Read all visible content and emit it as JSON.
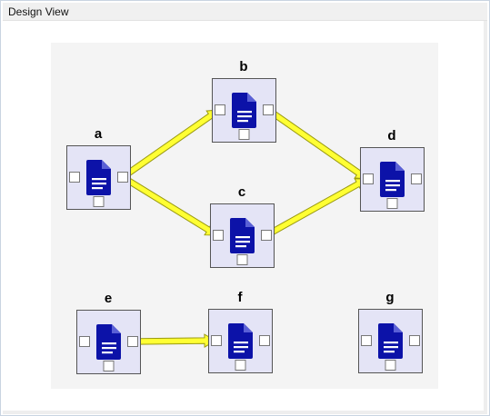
{
  "window": {
    "title": "Design View"
  },
  "colors": {
    "canvas": "#f4f4f4",
    "node_fill": "#e4e4f6",
    "node_border": "#555555",
    "doc_icon": "#0c12a8",
    "edge_fill": "#ffff33",
    "edge_stroke": "#9a9a10"
  },
  "nodes": [
    {
      "id": "a",
      "label": "a",
      "icon": "document-icon"
    },
    {
      "id": "b",
      "label": "b",
      "icon": "document-icon"
    },
    {
      "id": "c",
      "label": "c",
      "icon": "document-icon"
    },
    {
      "id": "d",
      "label": "d",
      "icon": "document-icon"
    },
    {
      "id": "e",
      "label": "e",
      "icon": "document-icon"
    },
    {
      "id": "f",
      "label": "f",
      "icon": "document-icon"
    },
    {
      "id": "g",
      "label": "g",
      "icon": "document-icon"
    }
  ],
  "edges": [
    {
      "from": "a",
      "to": "b"
    },
    {
      "from": "a",
      "to": "c"
    },
    {
      "from": "b",
      "to": "d"
    },
    {
      "from": "c",
      "to": "d"
    },
    {
      "from": "e",
      "to": "f"
    }
  ]
}
